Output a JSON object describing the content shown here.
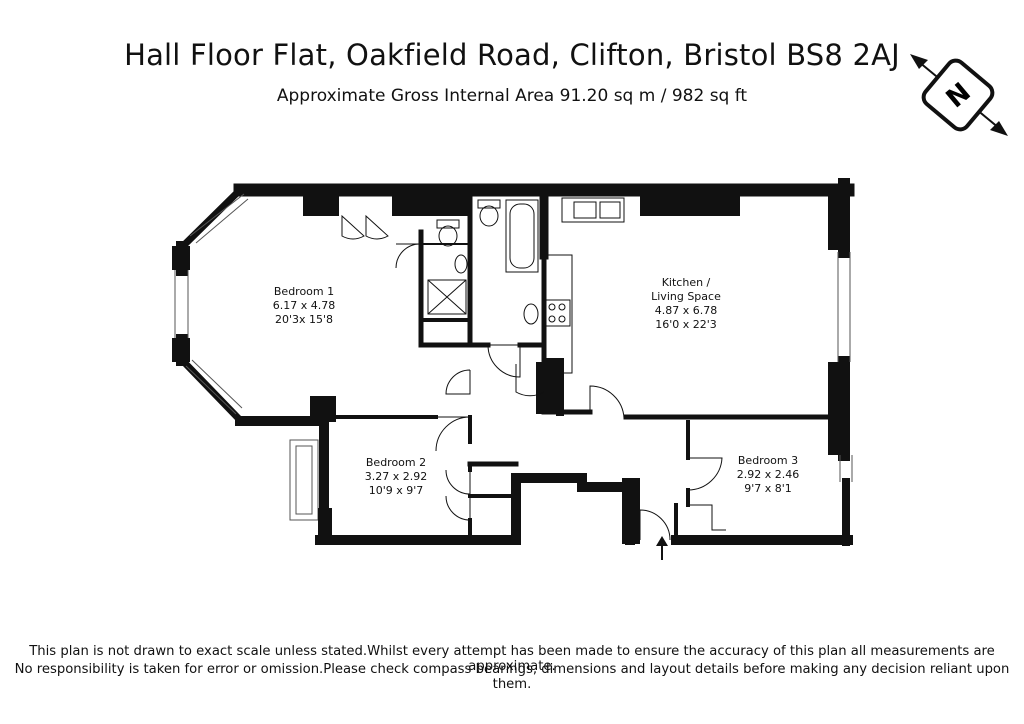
{
  "header": {
    "title": "Hall Floor Flat, Oakfield Road, Clifton, Bristol BS8 2AJ",
    "subtitle": "Approximate Gross Internal Area 91.20 sq m / 982 sq ft"
  },
  "compass": {
    "letter": "N"
  },
  "rooms": {
    "bedroom1": {
      "name": "Bedroom 1",
      "metric": "6.17 x 4.78",
      "imperial": "20'3x 15'8"
    },
    "kitchen": {
      "name_line1": "Kitchen /",
      "name_line2": "Living Space",
      "metric": "4.87 x 6.78",
      "imperial": "16'0 x 22'3"
    },
    "bedroom2": {
      "name": "Bedroom 2",
      "metric": "3.27 x 2.92",
      "imperial": "10'9 x 9'7"
    },
    "bedroom3": {
      "name": "Bedroom 3",
      "metric": "2.92 x 2.46",
      "imperial": "9'7 x 8'1"
    }
  },
  "footer": {
    "line1": "This plan is not drawn to exact scale unless stated.Whilst every attempt has been made to ensure the accuracy of this plan all measurements are approximate.",
    "line2": "No responsibility is taken for error or omission.Please check compass bearings, dimensions and layout details before making any decision reliant upon them."
  }
}
